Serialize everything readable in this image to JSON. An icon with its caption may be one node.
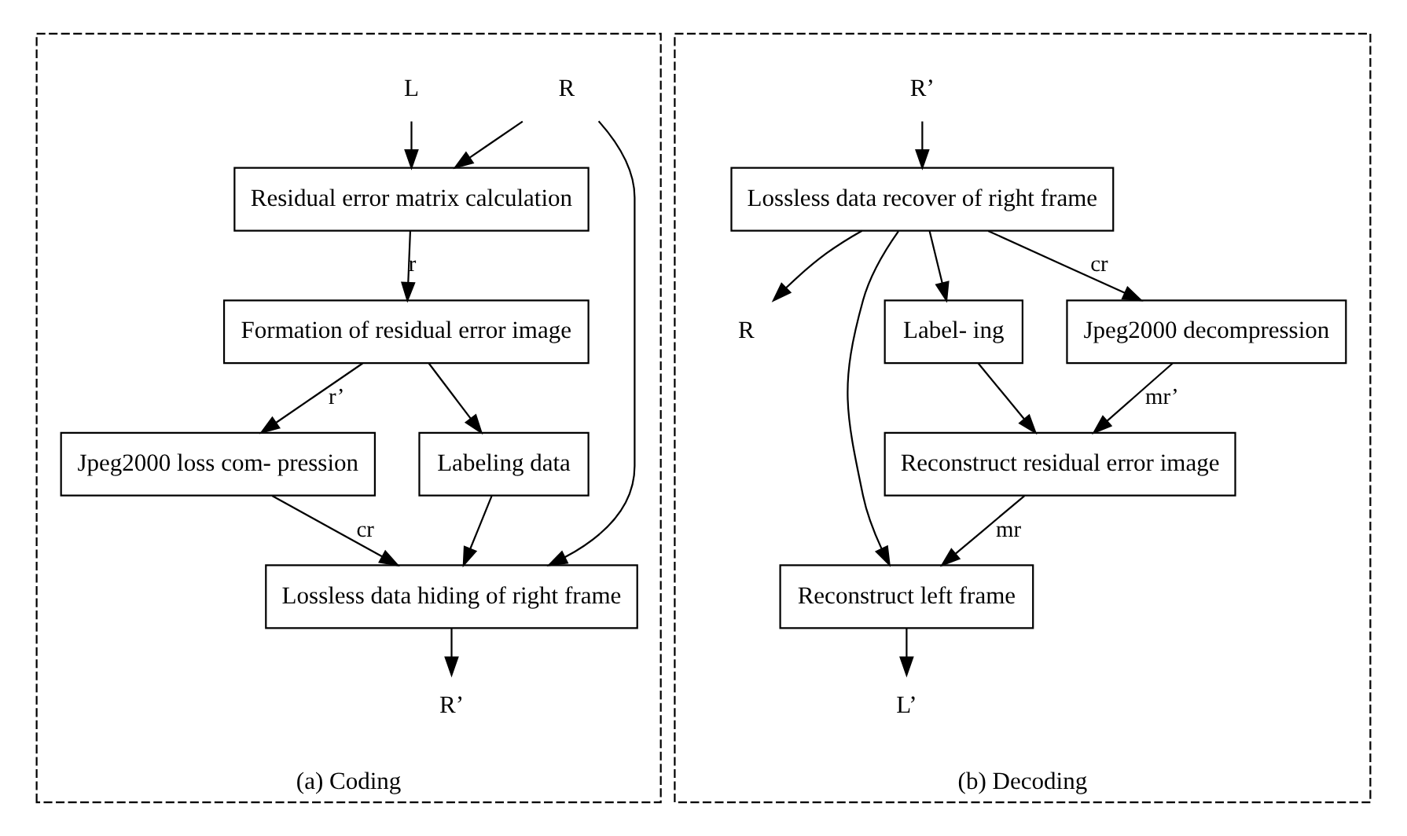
{
  "diagram": {
    "nodes": [
      {
        "text": [
          "(a) Coding"
        ]
      },
      {
        "text": [
          "R"
        ],
        "in": 0
      },
      {
        "text": [
          "L"
        ],
        "in": 0
      },
      {
        "text": [
          "Lossless data hiding of right frame"
        ],
        "in": 0
      },
      {
        "text": [
          "R’"
        ],
        "in": 0
      },
      {
        "text": [
          "Residual error matrix calculation"
        ],
        "in": 0
      },
      {
        "text": [
          "Formation of residual error image"
        ],
        "in": 0
      },
      {
        "text": [
          "Labeling data"
        ],
        "in": 0
      },
      {
        "text": [
          "Jpeg2000 loss com- pression"
        ],
        "in": 0
      },
      {
        "text": [
          "(b) Decoding"
        ]
      },
      {
        "text": [
          "R’"
        ],
        "in": 9
      },
      {
        "text": [
          "Lossless data recover of right frame"
        ],
        "in": 9
      },
      {
        "text": [
          "R"
        ],
        "in": 9
      },
      {
        "text": [
          "Reconstruct left frame"
        ],
        "in": 9
      },
      {
        "text": [
          "L’"
        ],
        "in": 9
      },
      {
        "text": [
          "Label- ing"
        ],
        "in": 9
      },
      {
        "text": [
          "Reconstruct residual error image"
        ],
        "in": 9
      },
      {
        "text": [
          "Jpeg2000 decompression"
        ],
        "in": 9
      }
    ],
    "edges": [
      {
        "from": 1,
        "to": 3,
        "arrow": "to"
      },
      {
        "from": 1,
        "to": 5,
        "arrow": "to"
      },
      {
        "from": 2,
        "to": 5,
        "arrow": "to"
      },
      {
        "from": 3,
        "to": 4,
        "arrow": "to"
      },
      {
        "from": 5,
        "to": 6,
        "arrow": "to",
        "label": "r"
      },
      {
        "from": 6,
        "to": 7,
        "arrow": "to"
      },
      {
        "from": 6,
        "to": 8,
        "arrow": "to",
        "label": "r’"
      },
      {
        "from": 7,
        "to": 3,
        "arrow": "to"
      },
      {
        "from": 8,
        "to": 3,
        "arrow": "to",
        "label": "cr"
      },
      {
        "from": 10,
        "to": 11,
        "arrow": "to"
      },
      {
        "from": 11,
        "to": 12,
        "arrow": "to"
      },
      {
        "from": 11,
        "to": 13,
        "arrow": "to"
      },
      {
        "from": 11,
        "to": 15,
        "arrow": "to"
      },
      {
        "from": 11,
        "to": 17,
        "arrow": "to",
        "label": "cr"
      },
      {
        "from": 15,
        "to": 16,
        "arrow": "to"
      },
      {
        "from": 17,
        "to": 16,
        "arrow": "to",
        "label": "mr’"
      },
      {
        "from": 16,
        "to": 13,
        "arrow": "to",
        "label": "mr"
      },
      {
        "from": 13,
        "to": 14,
        "arrow": "to"
      }
    ]
  }
}
